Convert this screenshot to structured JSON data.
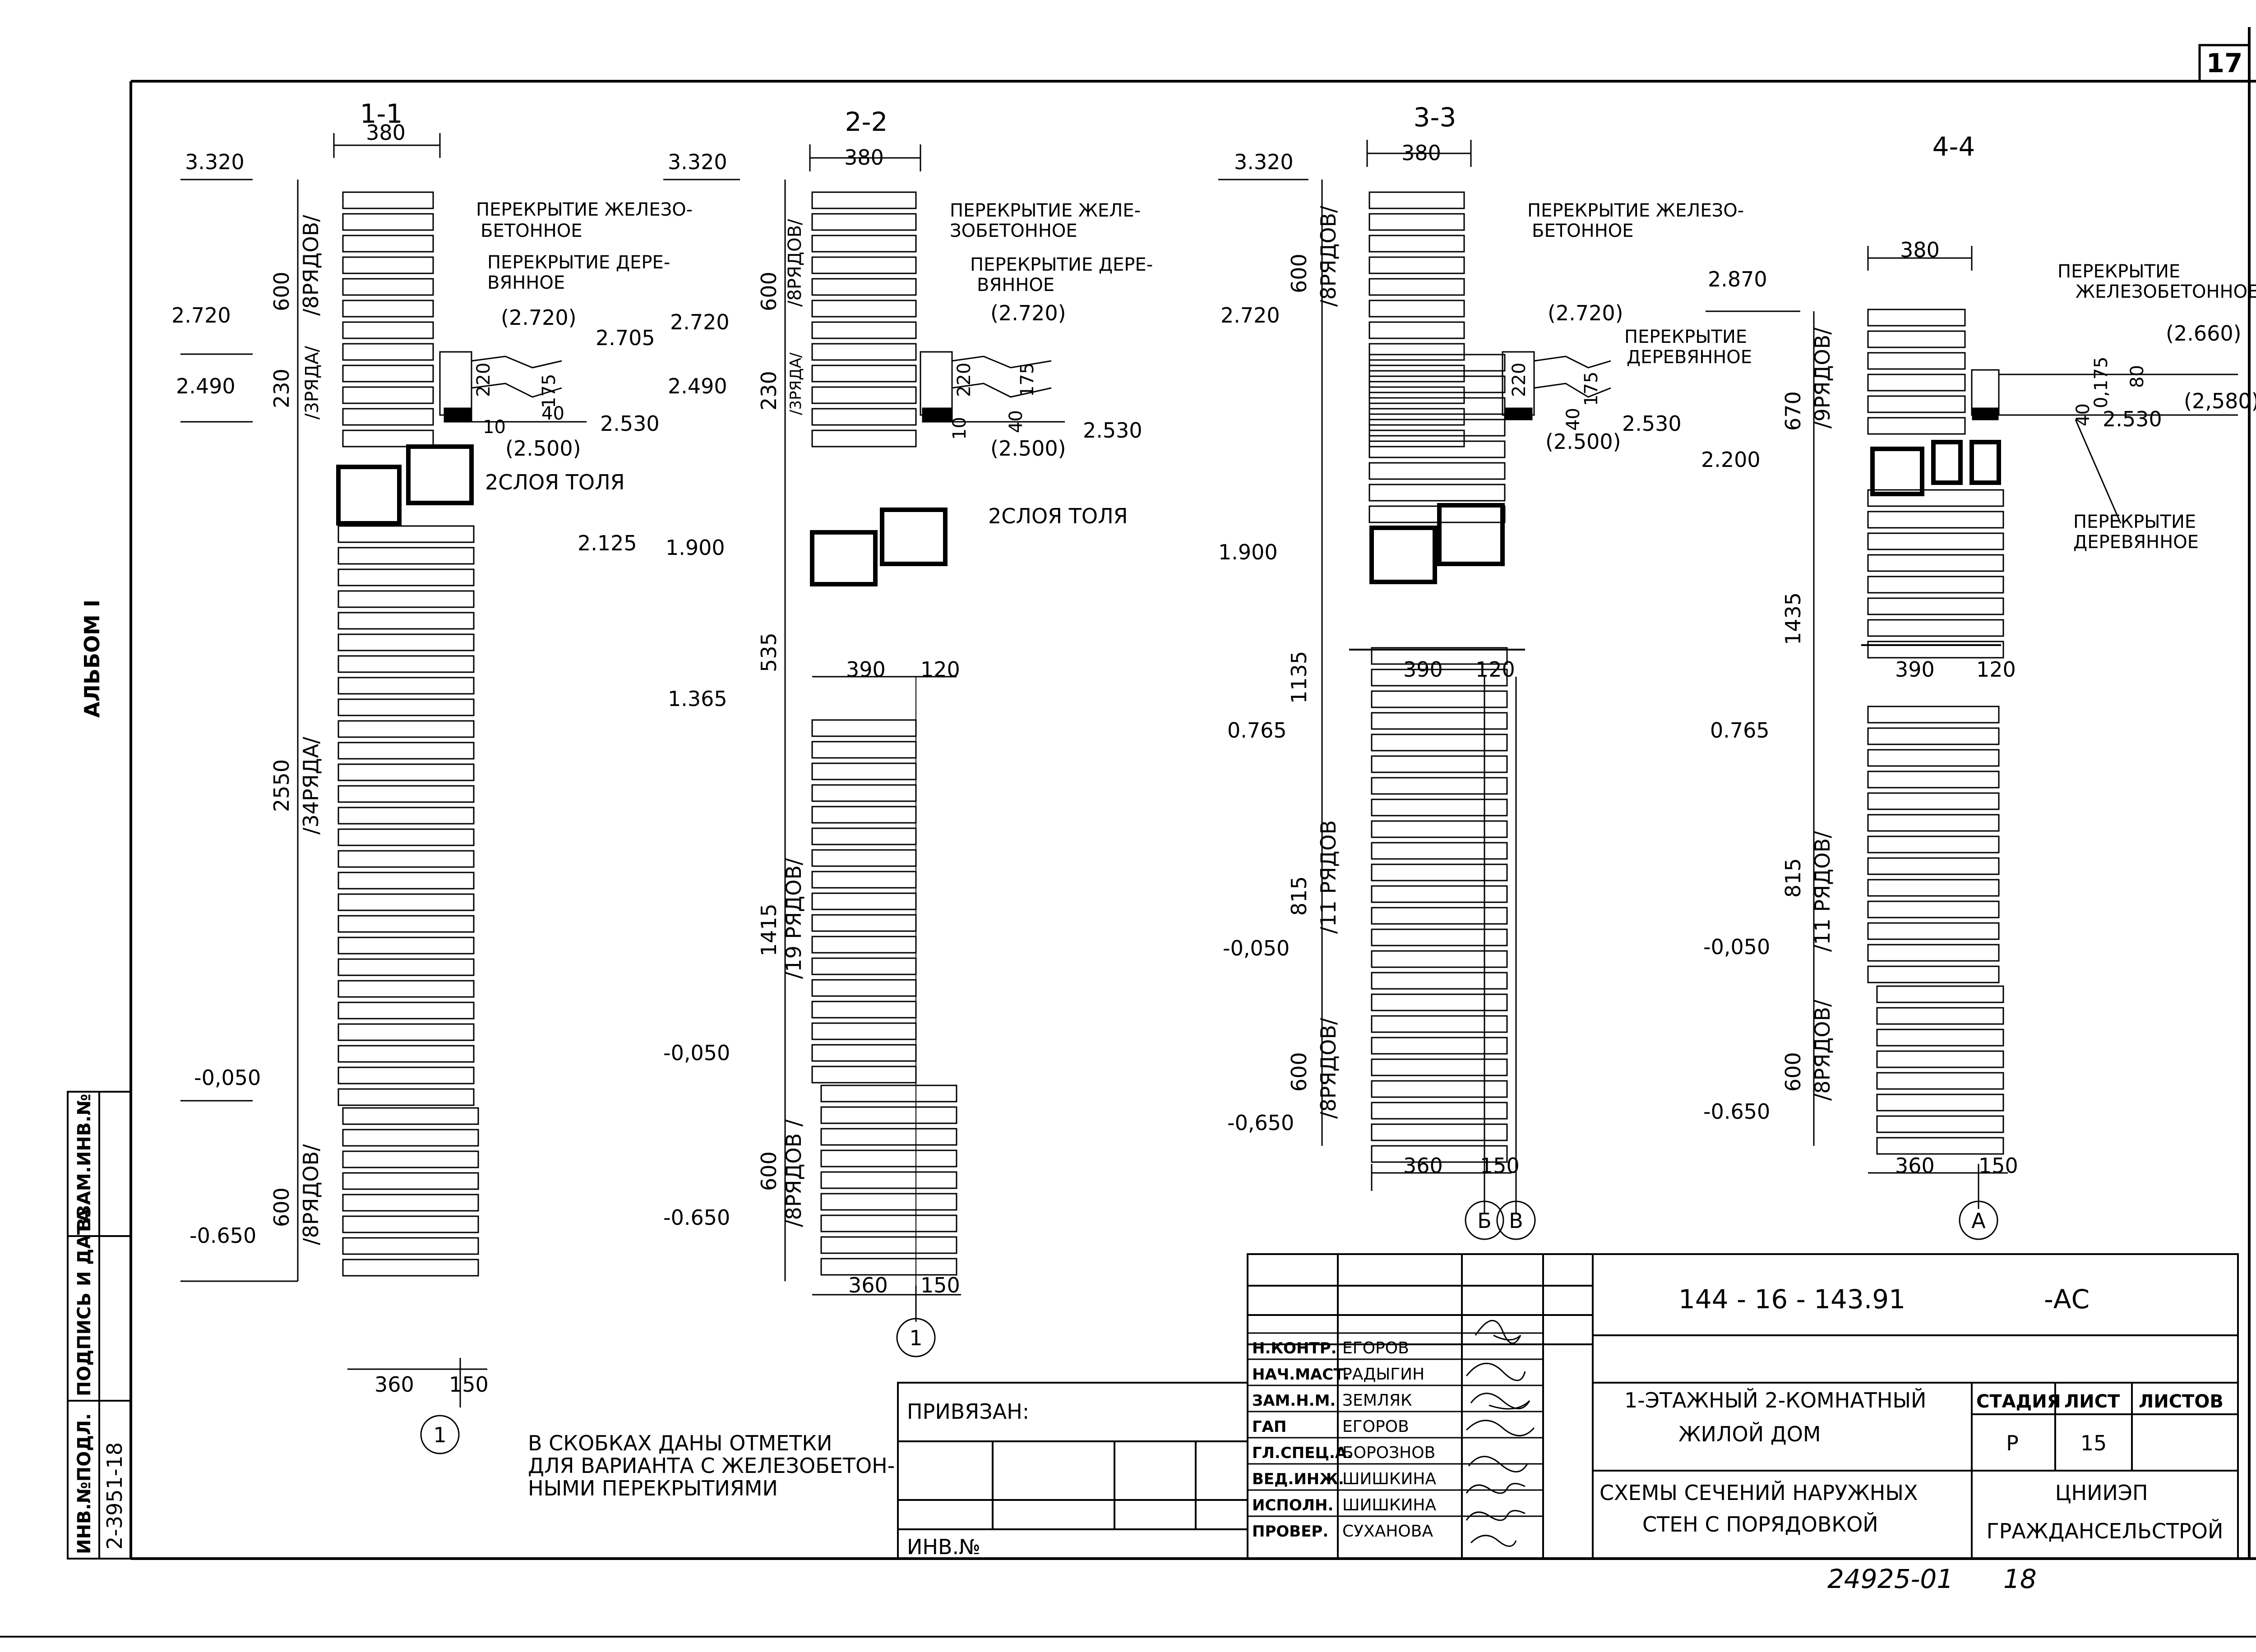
{
  "sheet_number": "17",
  "album_label": "АЛЬБОМ I",
  "sections": [
    {
      "title": "1-1",
      "top_width": "380",
      "floor_rc": "ПЕРЕКРЫТИЕ ЖЕЛЕЗО-\nБЕТОННОЕ",
      "floor_wood": "ПЕРЕКРЫТИЕ ДЕРЕ-\nВЯННОЕ",
      "felt_note": "2СЛОЯ ТОЛЯ",
      "levels": [
        "3.320",
        "2.720",
        "2.490",
        "2.125",
        "-0,050",
        "-0.650"
      ],
      "right_levels": [
        "(2.720)",
        "2.705",
        "2.530",
        "(2.500)"
      ],
      "small_dims": [
        "220",
        "175",
        "40",
        "10"
      ],
      "dims": [
        {
          "value": "600",
          "rows": "/8РЯДОВ/"
        },
        {
          "value": "230",
          "rows": "/3РЯДА/"
        },
        {
          "value": "2550",
          "rows": "/34РЯДА/"
        },
        {
          "value": "600",
          "rows": "/8РЯДОВ/"
        }
      ],
      "bottom_widths": [
        "360",
        "150"
      ],
      "axis": "1"
    },
    {
      "title": "2-2",
      "top_width": "380",
      "floor_rc": "ПЕРЕКРЫТИЕ ЖЕЛЕ-\nЗОБЕТОННОЕ",
      "floor_wood": "ПЕРЕКРЫТИЕ ДЕРЕ-\nВЯННОЕ",
      "felt_note": "2СЛОЯ ТОЛЯ",
      "levels": [
        "3.320",
        "2.720",
        "2.490",
        "1.900",
        "1.365",
        "-0,050",
        "-0.650"
      ],
      "right_levels": [
        "(2.720)",
        "2.530",
        "(2.500)"
      ],
      "small_dims": [
        "220",
        "175",
        "40",
        "10"
      ],
      "mid_widths": [
        "390",
        "120"
      ],
      "dims": [
        {
          "value": "600",
          "rows": "/8РЯДОВ/"
        },
        {
          "value": "230",
          "rows": "/3РЯДА/"
        },
        {
          "value": "535",
          "rows": ""
        },
        {
          "value": "1415",
          "rows": "/19 РЯДОВ/"
        },
        {
          "value": "600",
          "rows": "/8РЯДОВ /"
        }
      ],
      "bottom_widths": [
        "360",
        "150"
      ],
      "axis": "1"
    },
    {
      "title": "3-3",
      "top_width": "380",
      "floor_rc": "ПЕРЕКРЫТИЕ ЖЕЛЕЗО-\nБЕТОННОЕ",
      "floor_wood": "ПЕРЕКРЫТИЕ\nДЕРЕВЯННОЕ",
      "levels": [
        "3.320",
        "2.720",
        "1.900",
        "0.765",
        "-0,050",
        "-0,650"
      ],
      "right_levels": [
        "(2.720)",
        "2.530",
        "(2.500)"
      ],
      "small_dims": [
        "220",
        "175",
        "40"
      ],
      "mid_widths": [
        "390",
        "120"
      ],
      "dims": [
        {
          "value": "600",
          "rows": "/8РЯДОВ/"
        },
        {
          "value": "1135",
          "rows": ""
        },
        {
          "value": "815",
          "rows": "/11 РЯДОВ"
        },
        {
          "value": "600",
          "rows": "/8РЯДОВ/"
        }
      ],
      "bottom_widths": [
        "360",
        "150"
      ],
      "axes": [
        "Б",
        "В"
      ]
    },
    {
      "title": "4-4",
      "top_width": "380",
      "floor_rc": "ПЕРЕКРЫТИЕ\nЖЕЛЕЗОБЕТОННОЕ",
      "floor_wood": "ПЕРЕКРЫТИЕ\nДЕРЕВЯННОЕ",
      "levels": [
        "2.870",
        "2.200",
        "0.765",
        "-0,050",
        "-0.650"
      ],
      "right_levels": [
        "(2.660)",
        "2.530",
        "(2,580)"
      ],
      "small_dims": [
        "80",
        "40",
        "0,175"
      ],
      "mid_widths": [
        "390",
        "120"
      ],
      "dims": [
        {
          "value": "670",
          "rows": "/9РЯДОВ/"
        },
        {
          "value": "1435",
          "rows": ""
        },
        {
          "value": "815",
          "rows": "/11 РЯДОВ/"
        },
        {
          "value": "600",
          "rows": "/8РЯДОВ/"
        }
      ],
      "bottom_widths": [
        "360",
        "150"
      ],
      "axis": "А"
    }
  ],
  "note": [
    "В СКОБКАХ ДАНЫ ОТМЕТКИ",
    "ДЛЯ ВАРИАНТА С ЖЕЛЕЗОБЕТОН-",
    "НЫМИ ПЕРЕКРЫТИЯМИ"
  ],
  "side_stamp": {
    "col1": "ИНВ.№ПОДЛ.",
    "col2": "ПОДПИСЬ И ДАТА",
    "col3": "ВЗАМ.ИНВ.№",
    "inv_value": "2-3951-18"
  },
  "binding": {
    "label": "ПРИВЯЗАН:",
    "inv_label": "ИНВ.№"
  },
  "title_block": {
    "code": "144 - 16 - 143.91",
    "suffix": "-АС",
    "building": [
      "1-ЭТАЖНЫЙ 2-КОМНАТНЫЙ",
      "ЖИЛОЙ ДОМ"
    ],
    "sheet_title": [
      "СХЕМЫ СЕЧЕНИЙ НАРУЖНЫХ",
      "СТЕН С ПОРЯДОВКОЙ"
    ],
    "stage_header": "СТАДИЯ",
    "sheet_header": "ЛИСТ",
    "sheets_header": "ЛИСТОВ",
    "stage": "Р",
    "sheet": "15",
    "sheets": "",
    "org": [
      "ЦНИИЭП",
      "ГРАЖДАНСЕЛЬСТРОЙ"
    ],
    "staff": [
      {
        "role": "Н.КОНТР.",
        "name": "ЕГОРОВ"
      },
      {
        "role": "НАЧ.МАСТ.",
        "name": "РАДЫГИН"
      },
      {
        "role": "ЗАМ.Н.М.",
        "name": "ЗЕМЛЯК"
      },
      {
        "role": "ГАП",
        "name": "ЕГОРОВ"
      },
      {
        "role": "ГЛ.СПЕЦ.А.",
        "name": "БОРОЗНОВ"
      },
      {
        "role": "ВЕД.ИНЖ.",
        "name": "ШИШКИНА"
      },
      {
        "role": "ИСПОЛН.",
        "name": "ШИШКИНА"
      },
      {
        "role": "ПРОВЕР.",
        "name": "СУХАНОВА"
      }
    ]
  },
  "footer": {
    "number": "24925-01",
    "page": "18"
  }
}
